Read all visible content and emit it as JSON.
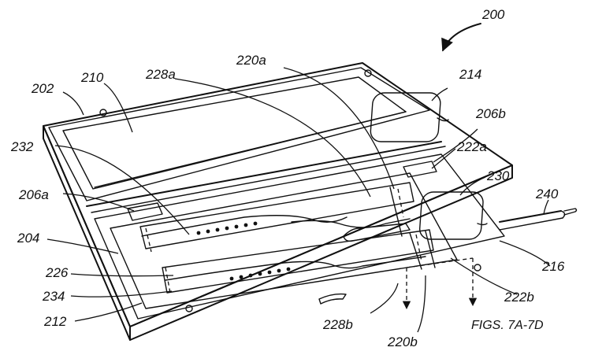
{
  "labels": {
    "200": "200",
    "202": "202",
    "210": "210",
    "228a": "228a",
    "220a": "220a",
    "214": "214",
    "206b": "206b",
    "232": "232",
    "222a": "222a",
    "230": "230",
    "206a": "206a",
    "240": "240",
    "204": "204",
    "216": "216",
    "226": "226",
    "234": "234",
    "222b": "222b",
    "212": "212",
    "228b": "228b",
    "figs": "FIGS. 7A-7D",
    "220b": "220b"
  }
}
